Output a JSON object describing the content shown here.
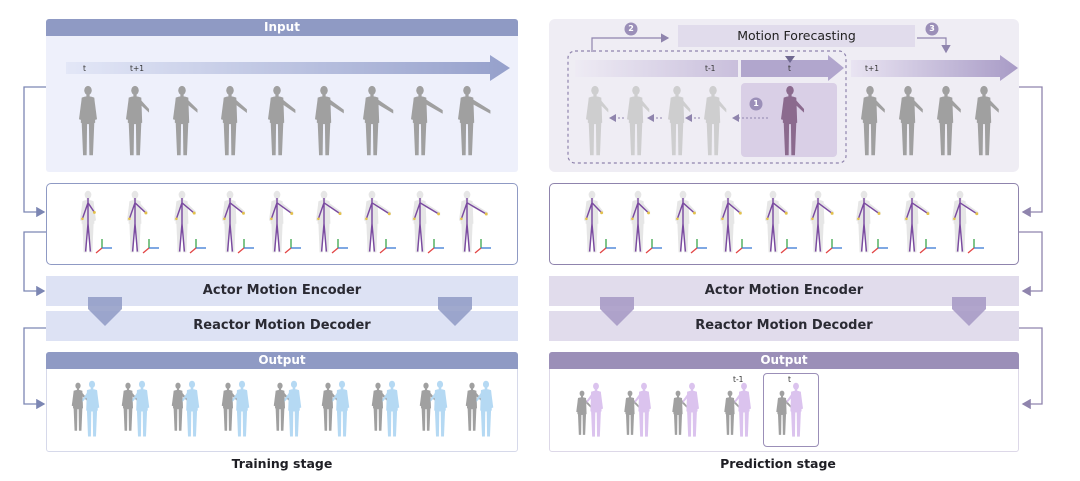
{
  "left": {
    "input_title": "Input",
    "time_labels": [
      "t",
      "t+1"
    ],
    "encoder_label": "Actor Motion Encoder",
    "decoder_label": "Reactor Motion Decoder",
    "output_title": "Output",
    "caption": "Training stage"
  },
  "right": {
    "forecast_label": "Motion Forecasting",
    "steps": [
      "1",
      "2",
      "3"
    ],
    "time_labels": [
      "t-1",
      "t",
      "t+1"
    ],
    "encoder_label": "Actor Motion Encoder",
    "decoder_label": "Reactor Motion Decoder",
    "output_title": "Output",
    "output_time_labels": [
      "t-1",
      "t"
    ],
    "caption": "Prediction stage"
  },
  "colors": {
    "left_accent": "#8f9ac4",
    "left_panel": "#eef0fb",
    "left_block": "#dde2f4",
    "right_accent": "#9b8fb8",
    "right_panel": "#efedf4",
    "right_block": "#e1dcec",
    "actor_gray": "#a0a0a0",
    "reactor_blue": "#b5d9f3",
    "reactor_purple": "#dbc3ee",
    "highlight_figure": "#8b6a8e"
  }
}
